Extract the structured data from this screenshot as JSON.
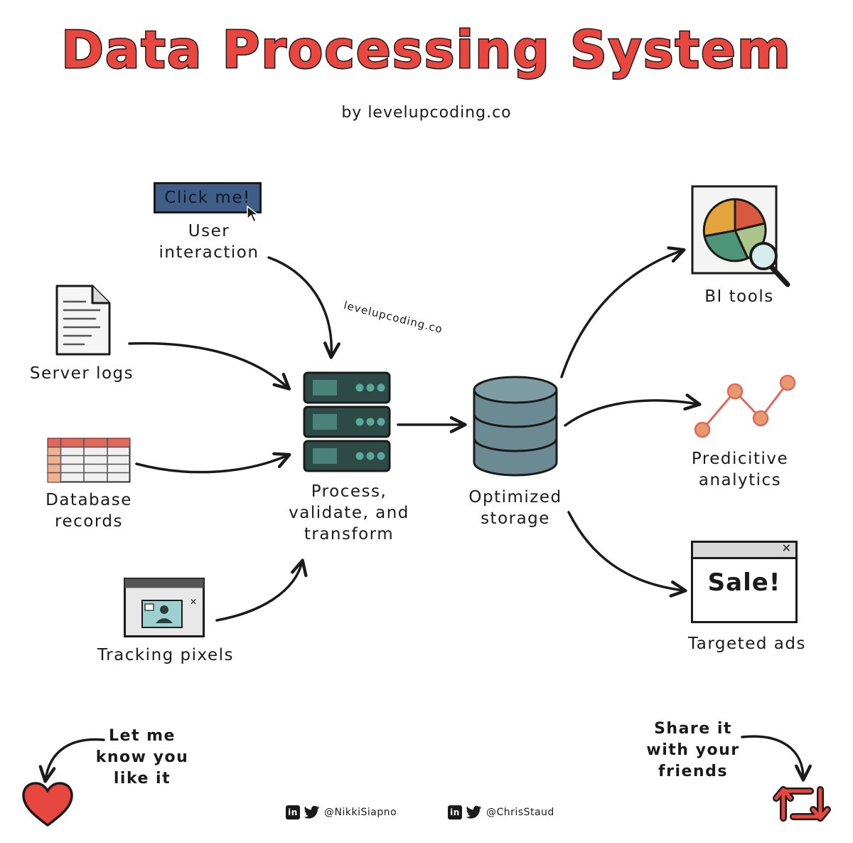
{
  "header": {
    "title": "Data Processing System",
    "subtitle": "by levelupcoding.co"
  },
  "watermark": "levelupcoding.co",
  "sources": {
    "user_interaction": {
      "button_text": "Click me!",
      "label_line1": "User",
      "label_line2": "interaction"
    },
    "server_logs": {
      "label": "Server logs"
    },
    "database_records": {
      "label_line1": "Database",
      "label_line2": "records"
    },
    "tracking_pixels": {
      "label": "Tracking pixels"
    }
  },
  "process": {
    "label_line1": "Process,",
    "label_line2": "validate, and",
    "label_line3": "transform"
  },
  "storage": {
    "label_line1": "Optimized",
    "label_line2": "storage"
  },
  "outputs": {
    "bi_tools": {
      "label": "BI tools"
    },
    "predictive": {
      "label_line1": "Predicitive",
      "label_line2": "analytics"
    },
    "targeted_ads": {
      "label": "Targeted ads",
      "banner_text": "Sale!"
    }
  },
  "footer": {
    "like": {
      "line1": "Let me",
      "line2": "know you",
      "line3": "like it"
    },
    "share": {
      "line1": "Share it",
      "line2": "with your",
      "line3": "friends"
    },
    "handles": [
      {
        "badge": "in",
        "handle": "@NikkiSiapno"
      },
      {
        "badge": "in",
        "handle": "@ChrisStaud"
      }
    ]
  },
  "colors": {
    "title_red": "#e8473f",
    "server_green": "#2e4a47",
    "server_light": "#5aa89a",
    "storage_gray": "#6b8a93",
    "button_blue": "#3f5d86",
    "pie_orange": "#e4a43c",
    "pie_red": "#d9593f",
    "pie_green": "#4e9479",
    "pie_light": "#a9c78a",
    "analytics_dot": "#e79a6d",
    "heart_red": "#e8473f"
  },
  "icons": [
    "cursor-icon",
    "document-icon",
    "table-icon",
    "browser-window-icon",
    "server-icon",
    "database-icon",
    "pie-chart-icon",
    "magnifier-icon",
    "line-chart-icon",
    "ad-window-icon",
    "heart-icon",
    "retweet-icon",
    "twitter-icon",
    "linkedin-icon"
  ]
}
